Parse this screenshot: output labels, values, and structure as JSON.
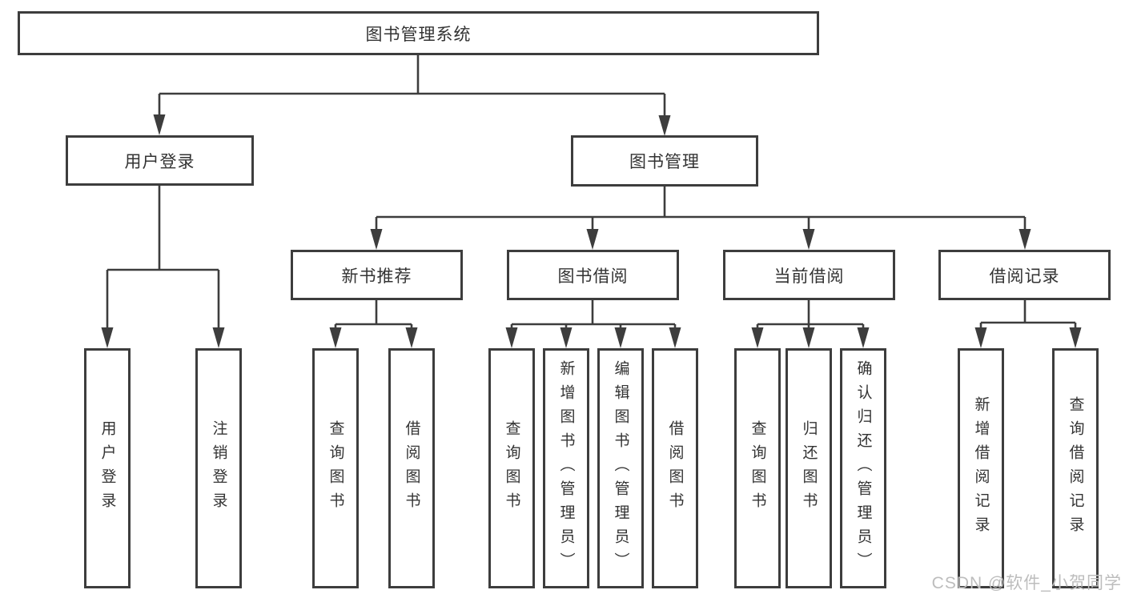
{
  "diagram": {
    "background": "#ffffff",
    "line_color": "#3d3d3d",
    "box_border_color": "#3d3d3d",
    "text_color": "#333333",
    "watermark": {
      "text": "CSDN @软件_小贺同学",
      "color": "#bdbdbd"
    }
  },
  "nodes": {
    "root": {
      "label": "图书管理系统"
    },
    "level2": [
      {
        "label": "用户登录"
      },
      {
        "label": "图书管理"
      }
    ],
    "level3": [
      {
        "label": "新书推荐"
      },
      {
        "label": "图书借阅"
      },
      {
        "label": "当前借阅"
      },
      {
        "label": "借阅记录"
      }
    ],
    "leaves": {
      "user_login": [
        {
          "label": "用户登录"
        },
        {
          "label": "注销登录"
        }
      ],
      "new_book_recommend": [
        {
          "label": "查询图书"
        },
        {
          "label": "借阅图书"
        }
      ],
      "book_borrow": [
        {
          "label": "查询图书"
        },
        {
          "label": "新增图书（管理员）"
        },
        {
          "label": "编辑图书（管理员）"
        },
        {
          "label": "借阅图书"
        }
      ],
      "current_borrow": [
        {
          "label": "查询图书"
        },
        {
          "label": "归还图书"
        },
        {
          "label": "确认归还（管理员）"
        }
      ],
      "borrow_records": [
        {
          "label": "新增借阅记录"
        },
        {
          "label": "查询借阅记录"
        }
      ]
    }
  }
}
